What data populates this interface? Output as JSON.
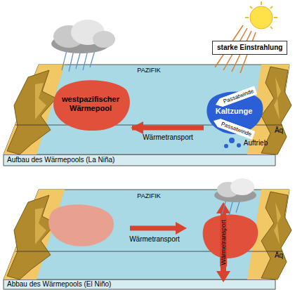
{
  "diagram": {
    "nodes": [
      {
        "text": [
          "starke Einstrahlung"
        ]
      },
      {
        "text": [
          "westpazifischer Wärmepool"
        ]
      },
      {
        "text": [
          "Kaltzunge"
        ]
      }
    ],
    "edges": [
      {
        "from": 2,
        "to": 1,
        "arrow": "to",
        "label": "Wärmetransport"
      }
    ],
    "labels": [
      "PAZIFIK",
      "Passatwinde",
      "Passatwinde",
      "Auftrieb",
      "Äq",
      "Aufbau des Wärmepools (La Niña)",
      "PAZIFIK",
      "Wärmetransport",
      "Wärmetransport",
      "Äq",
      "Abbau des Wärmepools (El Niño)"
    ]
  }
}
